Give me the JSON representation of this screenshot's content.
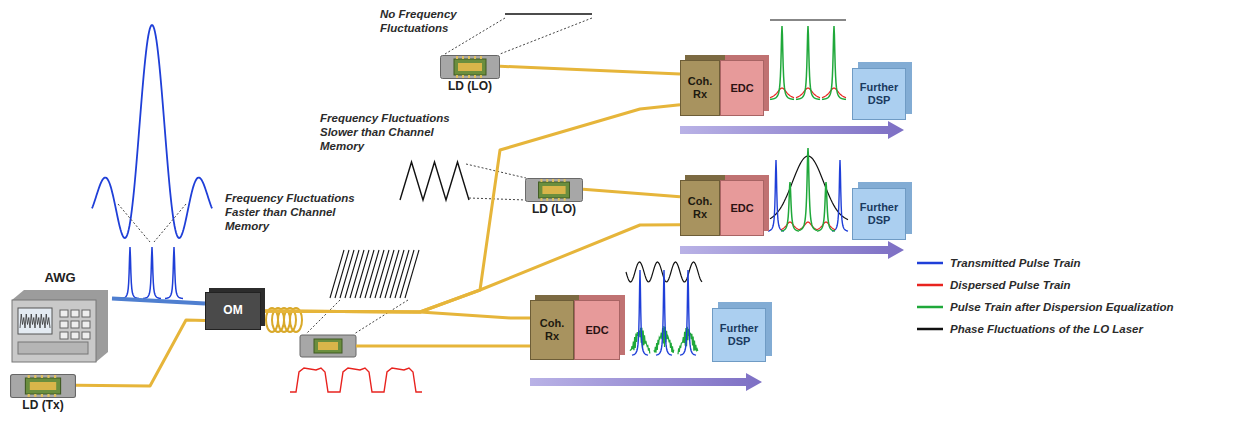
{
  "diagram": {
    "nodes": [
      {
        "text": [
          "AWG"
        ]
      },
      {
        "text": [
          "LD (Tx)"
        ]
      },
      {
        "text": [
          "OM"
        ]
      },
      {
        "text": [
          "LD (LO)"
        ]
      },
      {
        "text": [
          "Coh. Rx"
        ]
      },
      {
        "text": [
          "EDC"
        ]
      },
      {
        "text": [
          "Further DSP"
        ]
      },
      {
        "text": [
          "LD (LO)"
        ]
      },
      {
        "text": [
          "Coh. Rx"
        ]
      },
      {
        "text": [
          "EDC"
        ]
      },
      {
        "text": [
          "Further DSP"
        ]
      },
      {
        "text": [
          "Coh. Rx"
        ]
      },
      {
        "text": [
          "EDC"
        ]
      },
      {
        "text": [
          "Further DSP"
        ]
      }
    ],
    "edges": [
      {
        "from": 0,
        "to": 2,
        "arrow": "none"
      },
      {
        "from": 1,
        "to": 2,
        "arrow": "none"
      },
      {
        "from": 2,
        "to": 4,
        "arrow": "none"
      },
      {
        "from": 2,
        "to": 8,
        "arrow": "none"
      },
      {
        "from": 2,
        "to": 11,
        "arrow": "none"
      },
      {
        "from": 3,
        "to": 4,
        "arrow": "none"
      },
      {
        "from": 7,
        "to": 8,
        "arrow": "none"
      }
    ],
    "labels": [
      "No Frequency Fluctuations",
      "Frequency Fluctuations Slower than Channel Memory",
      "Frequency Fluctuations Faster than Channel Memory"
    ],
    "legend": [
      {
        "text": "Transmitted Pulse Train",
        "color": "#1f3fd8"
      },
      {
        "text": "Dispersed Pulse Train",
        "color": "#e8231f"
      },
      {
        "text": "Pulse Train after Dispersion Equalization",
        "color": "#1fa83a"
      },
      {
        "text": "Phase Fluctuations of the LO Laser",
        "color": "#111111"
      }
    ]
  }
}
